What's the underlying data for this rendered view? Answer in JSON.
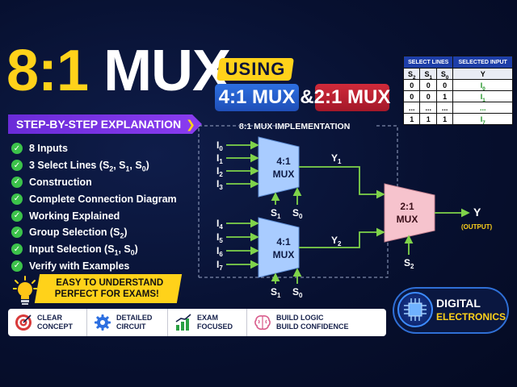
{
  "title": {
    "part1": "8:1",
    "part2": "MUX"
  },
  "using": "USING",
  "pill_left": "4:1 MUX",
  "amp": "&",
  "pill_right": "2:1 MUX",
  "step": {
    "label": "STEP-BY-STEP EXPLANATION",
    "arrow": "❯"
  },
  "features": [
    {
      "html": "8 Inputs"
    },
    {
      "html": "3 Select Lines (S<sub>2</sub>, S<sub>1</sub>, S<sub>0</sub>)"
    },
    {
      "html": "Construction"
    },
    {
      "html": "Complete Connection Diagram"
    },
    {
      "html": "Working Explained"
    },
    {
      "html": "Group Selection (S<sub>2</sub>)"
    },
    {
      "html": "Input Selection (S<sub>1</sub>, S<sub>0</sub>)"
    },
    {
      "html": "Verify with Examples"
    }
  ],
  "easy": {
    "line1": "EASY TO UNDERSTAND",
    "line2": "PERFECT FOR EXAMS!"
  },
  "bottom": [
    {
      "l1": "CLEAR",
      "l2": "CONCEPT",
      "icon": "target-icon"
    },
    {
      "l1": "DETAILED",
      "l2": "CIRCUIT",
      "icon": "gear-icon"
    },
    {
      "l1": "EXAM",
      "l2": "FOCUSED",
      "icon": "chart-icon"
    },
    {
      "l1": "BUILD LOGIC",
      "l2": "BUILD CONFIDENCE",
      "icon": "brain-icon"
    }
  ],
  "badge": {
    "line1": "DIGITAL",
    "line2": "ELECTRONICS"
  },
  "table": {
    "head_left": "SELECT LINES",
    "head_right": "SELECTED INPUT",
    "cols": [
      "S<sub>2</sub>",
      "S<sub>1</sub>",
      "S<sub>0</sub>",
      "Y"
    ],
    "rows": [
      [
        "0",
        "0",
        "0",
        "I<sub>0</sub>"
      ],
      [
        "0",
        "0",
        "1",
        "I<sub>1</sub>"
      ],
      [
        "...",
        "...",
        "...",
        "..."
      ],
      [
        "1",
        "1",
        "1",
        "I<sub>7</sub>"
      ]
    ]
  },
  "diagram": {
    "title": "8:1 MUX IMPLEMENTATION",
    "mux_top": [
      "4:1",
      "MUX"
    ],
    "mux_bot": [
      "4:1",
      "MUX"
    ],
    "mux_out": [
      "2:1",
      "MUX"
    ],
    "inputs_top": [
      "I0",
      "I1",
      "I2",
      "I3"
    ],
    "inputs_bot": [
      "I4",
      "I5",
      "I6",
      "I7"
    ],
    "y1": "Y1",
    "y2": "Y2",
    "output": "Y",
    "output_note": "(OUTPUT)",
    "s1": "S1",
    "s0": "S0",
    "s2": "S2"
  },
  "colors": {
    "yellow": "#ffd21a",
    "blue": "#2d6fe0",
    "red": "#c8213a",
    "purple": "#7a33e6",
    "green": "#3cc24a",
    "mux_blue": "#a9ccff",
    "mux_pink": "#f6c3cd"
  }
}
